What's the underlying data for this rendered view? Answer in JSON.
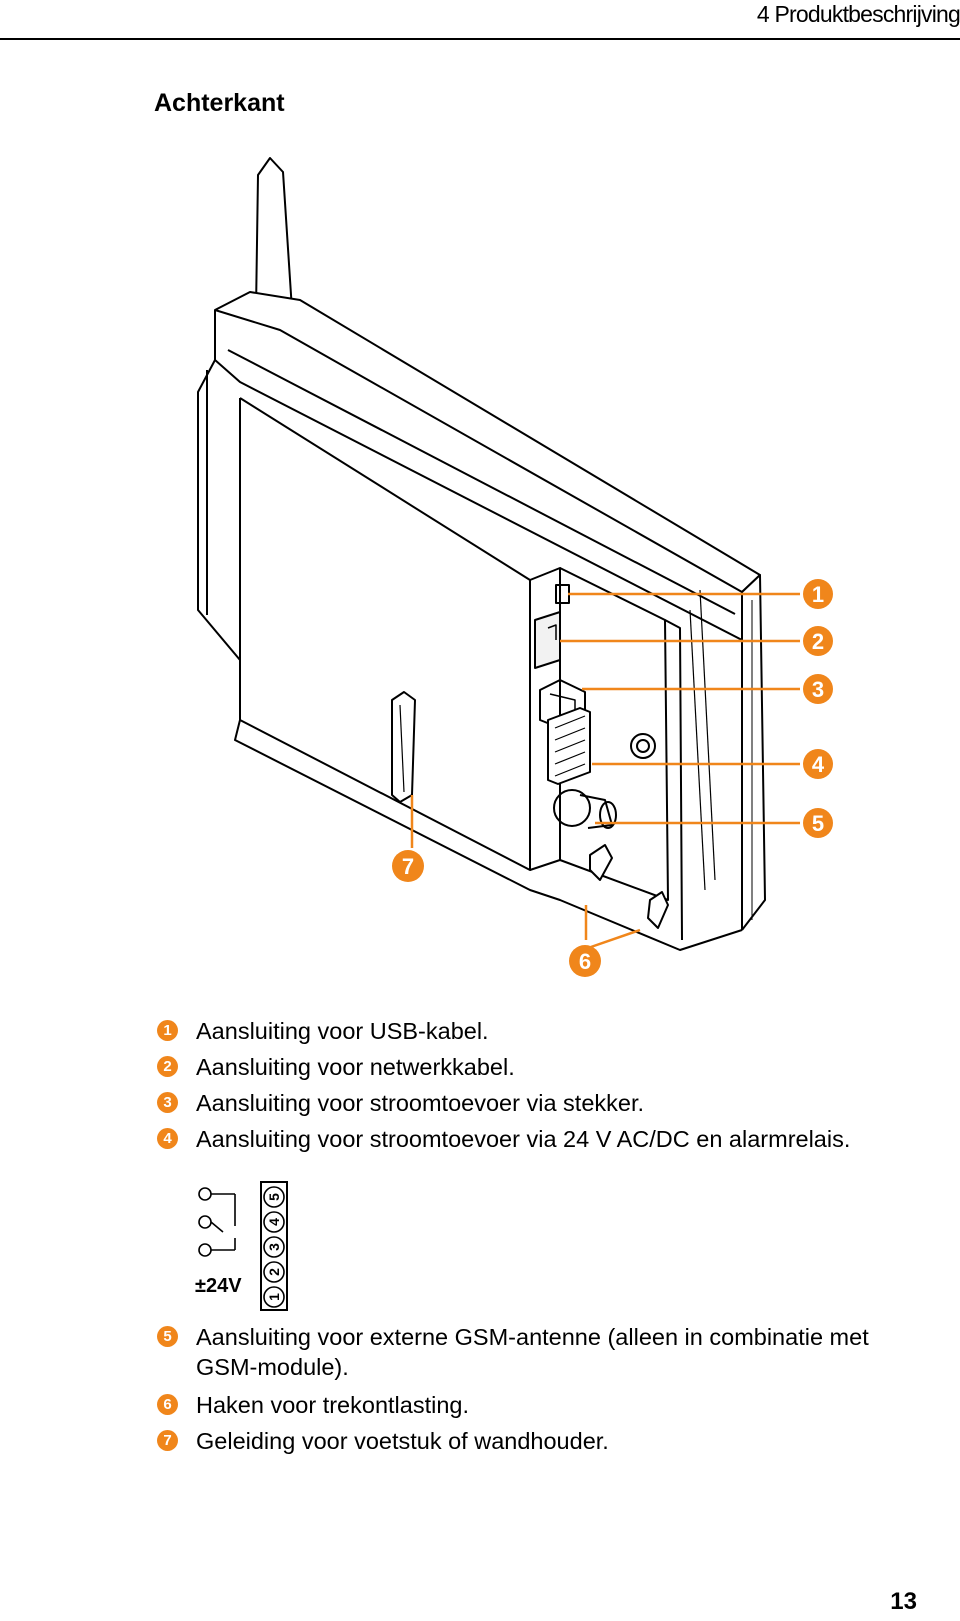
{
  "header": {
    "title": "4 Produktbeschrijving"
  },
  "section": {
    "heading": "Achterkant"
  },
  "figure": {
    "callouts": [
      "1",
      "2",
      "3",
      "4",
      "5",
      "6",
      "7"
    ],
    "colors": {
      "callout": "#f0861b",
      "line": "#f0861b",
      "drawing": "#000000"
    }
  },
  "terminal_diagram": {
    "voltage_label": "±24V",
    "terminals": [
      "1",
      "2",
      "3",
      "4",
      "5"
    ]
  },
  "legend": {
    "items": [
      {
        "num": "1",
        "text": "Aansluiting voor USB-kabel."
      },
      {
        "num": "2",
        "text": "Aansluiting voor netwerkkabel."
      },
      {
        "num": "3",
        "text": "Aansluiting voor stroomtoevoer via stekker."
      },
      {
        "num": "4",
        "text": "Aansluiting voor stroomtoevoer via 24 V AC/DC en alarmrelais."
      },
      {
        "num": "5",
        "text": "Aansluiting voor externe GSM-antenne (alleen in combinatie met GSM-module)."
      },
      {
        "num": "6",
        "text": "Haken voor trekontlasting."
      },
      {
        "num": "7",
        "text": "Geleiding voor voetstuk of wandhouder."
      }
    ]
  },
  "page": {
    "number": "13"
  }
}
